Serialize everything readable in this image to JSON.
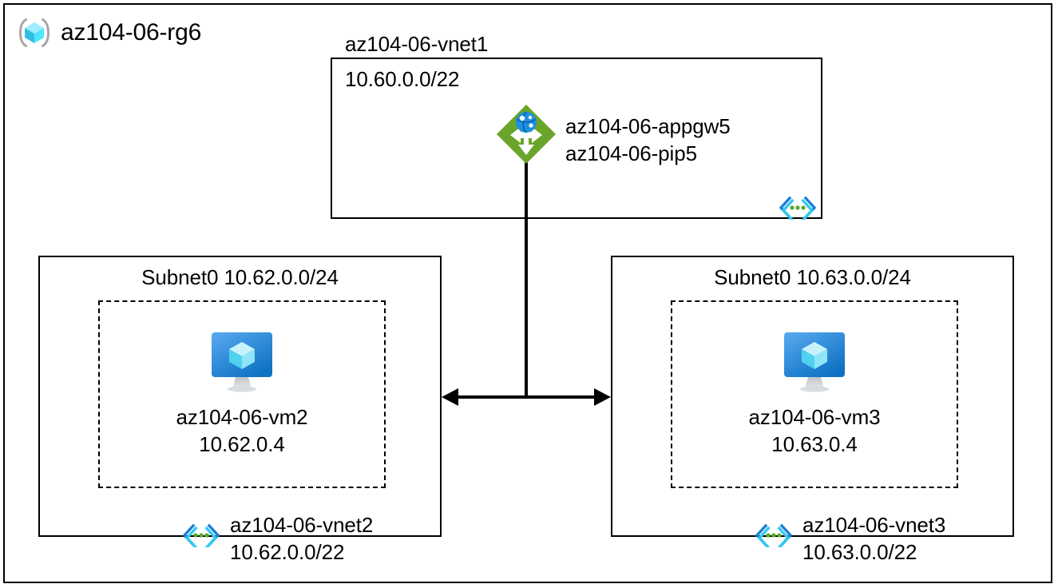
{
  "resource_group": {
    "icon": "resource-group-cube-icon",
    "name": "az104-06-rg6"
  },
  "vnet1": {
    "name": "az104-06-vnet1",
    "cidr": "10.60.0.0/22",
    "badge_icon": "virtual-network-icon",
    "appgw": {
      "icon": "application-gateway-icon",
      "name": "az104-06-appgw5",
      "public_ip": "az104-06-pip5"
    }
  },
  "vnet2": {
    "subnet_label": "Subnet0 10.62.0.0/24",
    "name": "az104-06-vnet2",
    "cidr": "10.62.0.0/22",
    "badge_icon": "virtual-network-icon",
    "vm": {
      "icon": "virtual-machine-icon",
      "name": "az104-06-vm2",
      "ip": "10.62.0.4"
    }
  },
  "vnet3": {
    "subnet_label": "Subnet0 10.63.0.0/24",
    "name": "az104-06-vnet3",
    "cidr": "10.63.0.0/22",
    "badge_icon": "virtual-network-icon",
    "vm": {
      "icon": "virtual-machine-icon",
      "name": "az104-06-vm3",
      "ip": "10.63.0.4"
    }
  },
  "connectors": {
    "appgw_to_peering_line": "vertical-line",
    "vnet2_vnet3_peering": "double-headed-arrow"
  },
  "colors": {
    "stroke": "#000000",
    "background": "#ffffff",
    "appgw_green": "#6BA42B",
    "appgw_globe_blue": "#1F8FE0",
    "vm_screen_blue_light": "#4FA3EE",
    "vm_screen_blue_dark": "#0F6CBD",
    "vm_cube_cyan": "#8FE4F7",
    "vm_stand_gray": "#C8CCD0",
    "vnet_badge_blue": "#1A7FD4",
    "vnet_badge_cyan": "#32C8F0",
    "vnet_badge_green": "#5AA82E",
    "rg_icon_cyan": "#50E6FF",
    "rg_bracket_gray": "#A6A6A6"
  }
}
